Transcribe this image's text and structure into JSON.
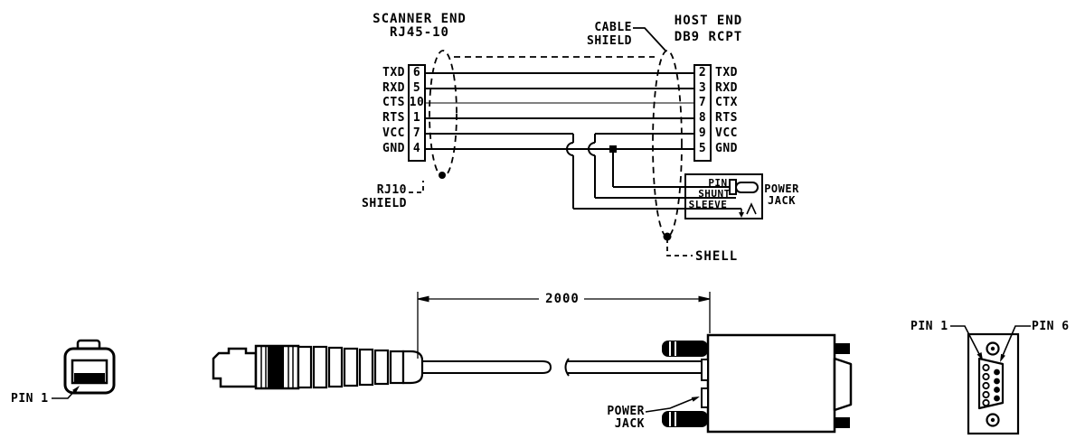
{
  "scanner": {
    "title1": "SCANNER END",
    "title2": "RJ45-10",
    "pins": [
      {
        "signal": "TXD",
        "pin": "6"
      },
      {
        "signal": "RXD",
        "pin": "5"
      },
      {
        "signal": "CTS",
        "pin": "10"
      },
      {
        "signal": "RTS",
        "pin": "1"
      },
      {
        "signal": "VCC",
        "pin": "7"
      },
      {
        "signal": "GND",
        "pin": "4"
      }
    ],
    "shield1": "RJ10",
    "shield2": "SHIELD"
  },
  "host": {
    "title1": "HOST END",
    "title2": "DB9 RCPT",
    "pins": [
      {
        "pin": "2",
        "signal": "TXD"
      },
      {
        "pin": "3",
        "signal": "RXD"
      },
      {
        "pin": "7",
        "signal": "CTX"
      },
      {
        "pin": "8",
        "signal": "RTS"
      },
      {
        "pin": "9",
        "signal": "VCC"
      },
      {
        "pin": "5",
        "signal": "GND"
      }
    ]
  },
  "cable_shield": {
    "line1": "CABLE",
    "line2": "SHIELD"
  },
  "shell_label": "SHELL",
  "power_jack": {
    "contact_pin": "PIN",
    "contact_shunt": "SHUNT",
    "contact_sleeve": "SLEEVE",
    "label1": "POWER",
    "label2": "JACK"
  },
  "dimension": {
    "cable_length": "2000"
  },
  "assembly": {
    "pin1_scanner": "PIN 1",
    "power_jack1": "POWER",
    "power_jack2": "JACK",
    "pin1_host": "PIN 1",
    "pin6_host": "PIN 6"
  },
  "colors": {
    "ink": "#000000",
    "background": "#ffffff"
  }
}
